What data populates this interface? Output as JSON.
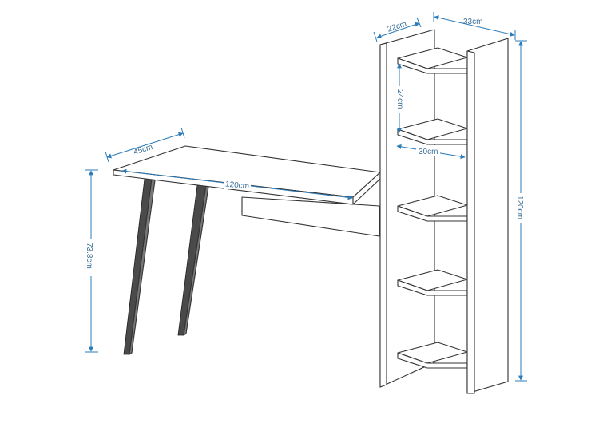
{
  "dimensions": {
    "shelf_depth": "22cm",
    "bookcase_width": "33cm",
    "shelf_spacing": "24cm",
    "shelf_width": "30cm",
    "desk_depth": "45cm",
    "desk_width": "120cm",
    "desk_height": "73.8cm",
    "bookcase_height": "120cm"
  },
  "colors": {
    "outline": "#333333",
    "dimension_line": "#2b7bb9",
    "dimension_text": "#3a6e96",
    "leg": "#4a4a4a"
  }
}
